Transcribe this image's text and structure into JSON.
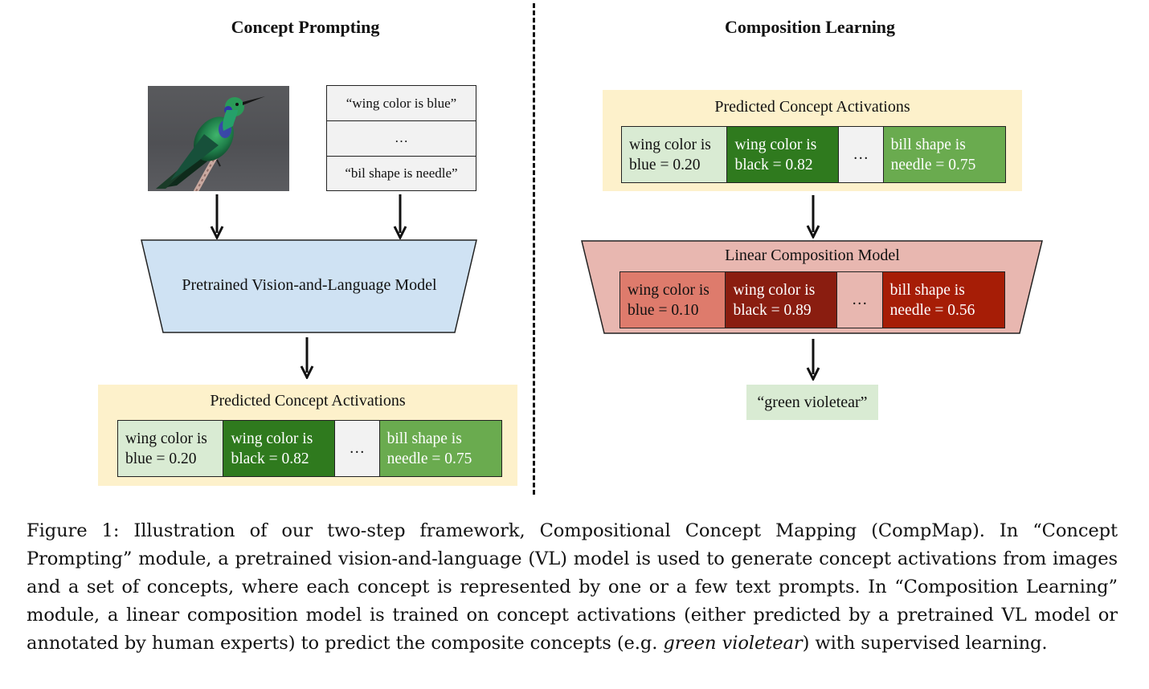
{
  "left": {
    "title": "Concept Prompting",
    "image_alt": "hummingbird photo",
    "prompts": [
      "“wing color is blue”",
      "…",
      "“bil shape is needle”"
    ],
    "vl_model_label": "Pretrained Vision-and-Language Model",
    "activations": {
      "title": "Predicted Concept Activations",
      "cells": [
        {
          "line1": "wing color is",
          "line2": "blue = 0.20"
        },
        {
          "line1": "wing color is",
          "line2": "black = 0.82"
        },
        {
          "line1": "…",
          "line2": ""
        },
        {
          "line1": "bill shape is",
          "line2": "needle = 0.75"
        }
      ]
    }
  },
  "right": {
    "title": "Composition Learning",
    "activations": {
      "title": "Predicted Concept Activations",
      "cells": [
        {
          "line1": "wing color is",
          "line2": "blue = 0.20"
        },
        {
          "line1": "wing color is",
          "line2": "black = 0.82"
        },
        {
          "line1": "…",
          "line2": ""
        },
        {
          "line1": "bill shape is",
          "line2": "needle = 0.75"
        }
      ]
    },
    "linear_model": {
      "title": "Linear Composition Model",
      "cells": [
        {
          "line1": "wing color is",
          "line2": "blue = 0.10"
        },
        {
          "line1": "wing color is",
          "line2": "black = 0.89"
        },
        {
          "line1": "…",
          "line2": ""
        },
        {
          "line1": "bill shape is",
          "line2": "needle = 0.56"
        }
      ]
    },
    "output": "“green violetear”"
  },
  "caption": {
    "part1": "Figure 1: Illustration of our two-step framework, Compositional Concept Mapping (CompMap). In “Concept Prompting” module, a pretrained vision-and-language (VL) model is used to generate concept activations from images and a set of concepts, where each concept is represented by one or a few text prompts. In “Composition Learning” module, a linear composition model is trained on concept activations (either predicted by a pretrained VL model or annotated by human experts) to predict the composite concepts (e.g. ",
    "italic": "green violetear",
    "part2": ") with supervised learning."
  },
  "colors": {
    "panel_bg": "#fdf1cb",
    "vl_model_fill": "#cfe2f3",
    "linear_model_fill": "#e8b7b0",
    "act_green_light": "#d9ebd3",
    "act_green_dark": "#2f7a1e",
    "act_green_mid": "#6aab4f",
    "lin_red_light": "#de7b6c",
    "lin_red_dark": "#8a1d10",
    "lin_red_mid": "#a61d06",
    "dots_bg": "#f2f2f2",
    "output_bg": "#d9ebd3"
  }
}
